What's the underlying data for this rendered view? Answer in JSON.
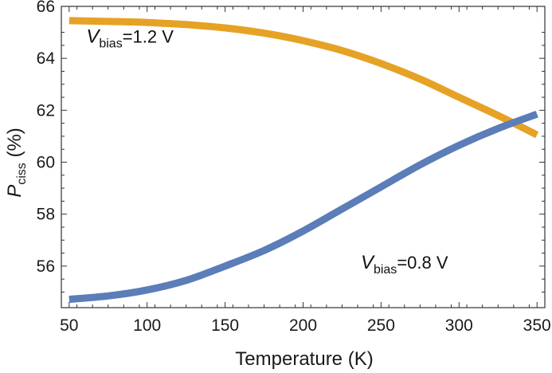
{
  "chart_data": {
    "type": "line",
    "xlabel": "Temperature (K)",
    "ylabel": {
      "main": "P",
      "sub": "ciss",
      "unit": " (%)"
    },
    "xlim": [
      45,
      355
    ],
    "ylim": [
      54.4,
      66
    ],
    "x_ticks": [
      50,
      100,
      150,
      200,
      250,
      300,
      350
    ],
    "y_ticks": [
      56,
      58,
      60,
      62,
      64,
      66
    ],
    "grid": false,
    "legend": "none",
    "series": [
      {
        "color": "#E6A225",
        "x": [
          50,
          75,
          100,
          125,
          150,
          175,
          200,
          225,
          250,
          275,
          300,
          325,
          350
        ],
        "y": [
          65.45,
          65.42,
          65.38,
          65.3,
          65.17,
          64.97,
          64.68,
          64.3,
          63.8,
          63.2,
          62.5,
          61.8,
          61.05
        ]
      },
      {
        "color": "#5B7DB8",
        "x": [
          50,
          75,
          100,
          125,
          150,
          175,
          200,
          225,
          250,
          275,
          300,
          325,
          350
        ],
        "y": [
          54.72,
          54.85,
          55.08,
          55.45,
          56.0,
          56.6,
          57.35,
          58.2,
          59.05,
          59.9,
          60.65,
          61.3,
          61.85
        ]
      }
    ],
    "annotations": [
      {
        "main": "V",
        "sub": "bias",
        "value": "=1.2 V",
        "at": {
          "x": 61,
          "y": 64.6
        }
      },
      {
        "main": "V",
        "sub": "bias",
        "value": "=0.8 V",
        "at": {
          "x": 237,
          "y": 55.9
        }
      }
    ]
  }
}
